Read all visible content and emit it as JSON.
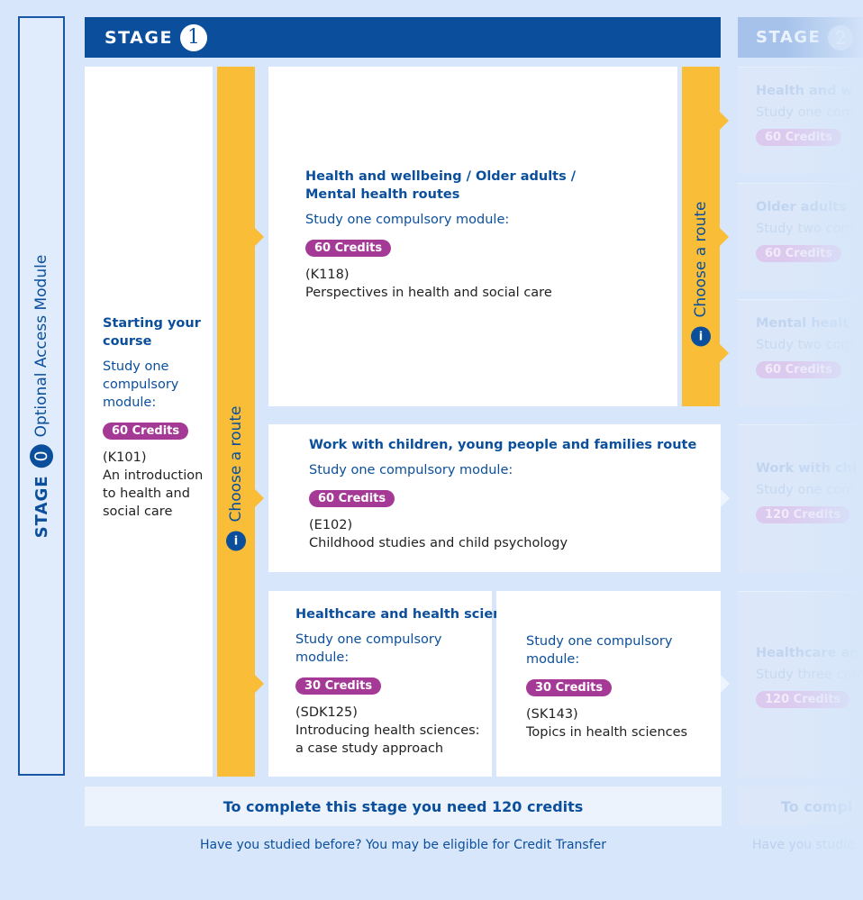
{
  "stage0": {
    "label": "STAGE",
    "number": "0",
    "title": "Optional Access Module"
  },
  "stage1": {
    "label": "STAGE",
    "number": "1"
  },
  "stage2": {
    "label": "STAGE",
    "number": "2"
  },
  "choose_route": "Choose a route",
  "starting": {
    "title": "Starting your course",
    "sub": "Study one compulsory module:",
    "credits": "60 Credits",
    "code": "(K101)",
    "name": "An introduction to health and social care"
  },
  "route_health": {
    "title": "Health and wellbeing / Older adults / Mental health routes",
    "sub": "Study one compulsory module:",
    "credits": "60 Credits",
    "code": "(K118)",
    "name": "Perspectives in health and social care"
  },
  "route_children": {
    "title": "Work with children, young people and families route",
    "sub": "Study one compulsory module:",
    "credits": "60 Credits",
    "code": "(E102)",
    "name": "Childhood studies and child psychology"
  },
  "route_science": {
    "title": "Healthcare and health science route",
    "left": {
      "sub": "Study one compulsory module:",
      "credits": "30 Credits",
      "code": "(SDK125)",
      "name": "Introducing health sciences: a case study approach"
    },
    "right": {
      "sub": "Study one compulsory module:",
      "credits": "30 Credits",
      "code": "(SK143)",
      "name": "Topics in health sciences"
    }
  },
  "footer": "To complete this stage you need 120 credits",
  "credit_transfer": "Have you studied before? You may be eligible for Credit Transfer",
  "stage2_items": [
    {
      "title": "Health and w",
      "sub": "Study one com",
      "credits": "60 Credits"
    },
    {
      "title": "Older adults",
      "sub": "Study two com",
      "credits": "60 Credits"
    },
    {
      "title": "Mental healt",
      "sub": "Study two com",
      "credits": "60 Credits"
    },
    {
      "title": "Work with chi",
      "sub": "Study one com",
      "credits": "120 Credits"
    },
    {
      "title": "Healthcare an",
      "sub": "Study three com",
      "credits": "120 Credits"
    }
  ],
  "stage2_footer": "To compl",
  "stage2_credit": "Have you studie"
}
